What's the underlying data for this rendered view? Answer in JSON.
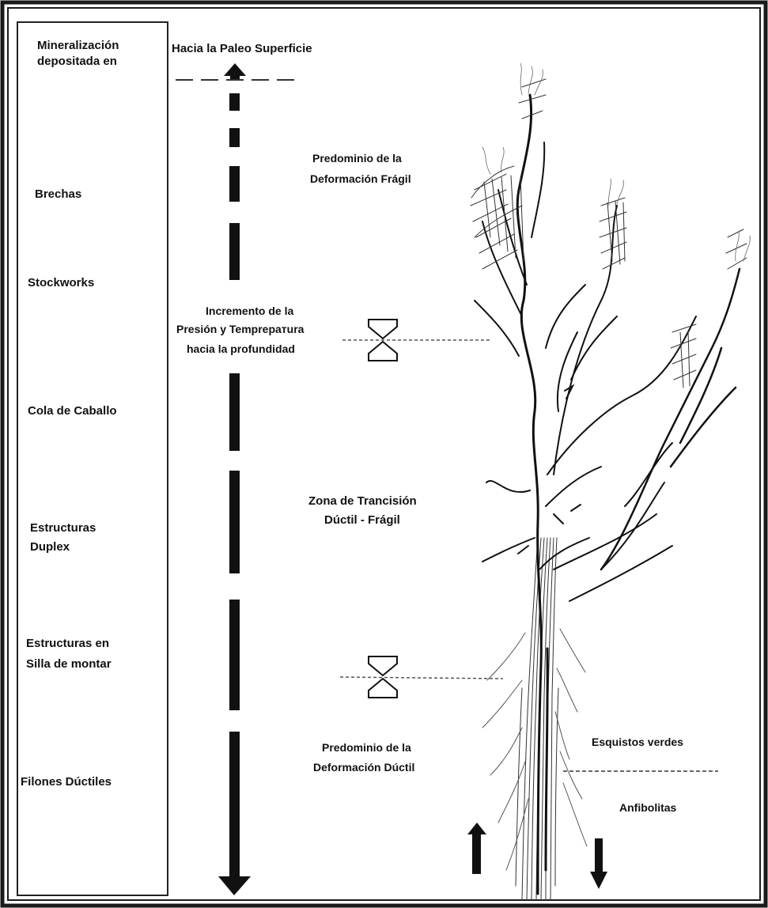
{
  "left_column": {
    "heading": [
      "Mineralización",
      "depositada en"
    ],
    "items": [
      {
        "lines": [
          "Brechas"
        ]
      },
      {
        "lines": [
          "Stockworks"
        ]
      },
      {
        "lines": [
          "Cola de Caballo"
        ]
      },
      {
        "lines": [
          "Estructuras",
          "Duplex"
        ]
      },
      {
        "lines": [
          "Estructuras en",
          "Silla de montar"
        ]
      },
      {
        "lines": [
          "Filones Dúctiles"
        ]
      }
    ]
  },
  "paleo_surface": "Hacia la Paleo Superficie",
  "pressure_note": [
    "Incremento de la",
    "Presión y Temprератura",
    "hacia la profundidad"
  ],
  "fragile_zone": [
    "Predominio de la",
    "Deformación Frágil"
  ],
  "transition_zone": [
    "Zona de Trancisión",
    "Dúctil - Frágil"
  ],
  "ductile_zone": [
    "Predominio de la",
    "Deformación Dúctil"
  ],
  "facies_upper": "Esquistos verdes",
  "facies_lower": "Anfibolitas",
  "colors": {
    "ink": "#111111",
    "frame": "#1a1a1a",
    "dash": "#777777"
  }
}
